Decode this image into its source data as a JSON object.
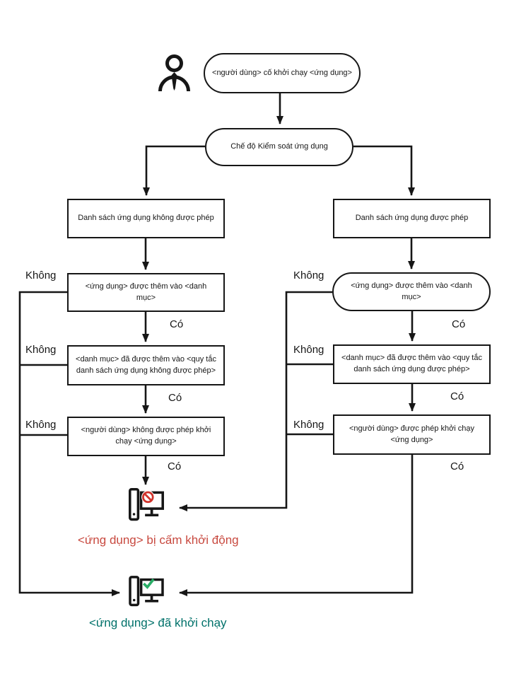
{
  "labels": {
    "yes": "Có",
    "no": "Không"
  },
  "nodes": {
    "start": "<người dùng> cố khởi chạy <ứng dụng>",
    "mode": "Chế độ Kiểm soát ứng dụng",
    "deny_header": "Danh sách ứng dụng không được phép",
    "allow_header": "Danh sách ứng dụng được phép",
    "deny_app_added": "<ứng dụng> được thêm vào <danh mục>",
    "deny_category_added": "<danh mục> đã được thêm vào <quy tắc danh sách ứng dụng không được phép>",
    "deny_user": "<người dùng> không được phép khởi chạy <ứng dụng>",
    "allow_app_added": "<ứng dụng> được thêm vào <danh mục>",
    "allow_category_added": "<danh mục> đã được thêm vào <quy tắc danh sách ứng dụng được phép>",
    "allow_user": "<người dùng> được phép khởi chạy <ứng dụng>"
  },
  "outcomes": {
    "blocked": "<ứng dụng> bị cấm khởi động",
    "started": "<ứng dụng> đã khởi chạy"
  },
  "icons": {
    "user": "user-icon",
    "blocked": "computer-blocked-icon",
    "running": "computer-running-icon"
  },
  "colors": {
    "line": "#161616",
    "blocked_text": "#c8493f",
    "started_text": "#00716a",
    "prohibit": "#d0342c",
    "check": "#2aae67"
  }
}
